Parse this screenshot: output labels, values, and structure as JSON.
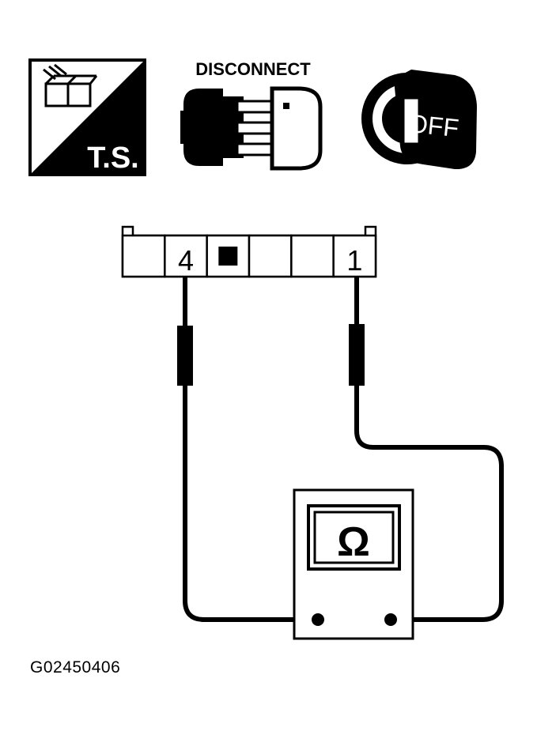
{
  "icons": {
    "ts_label": "T.S.",
    "disconnect_label": "DISCONNECT",
    "ignition_label": "OFF"
  },
  "connector": {
    "pins": [
      {
        "label": ""
      },
      {
        "label": "4"
      },
      {
        "label": "",
        "filled": true
      },
      {
        "label": ""
      },
      {
        "label": ""
      },
      {
        "label": "1"
      }
    ]
  },
  "meter": {
    "symbol": "Ω"
  },
  "caption": "G02450406"
}
